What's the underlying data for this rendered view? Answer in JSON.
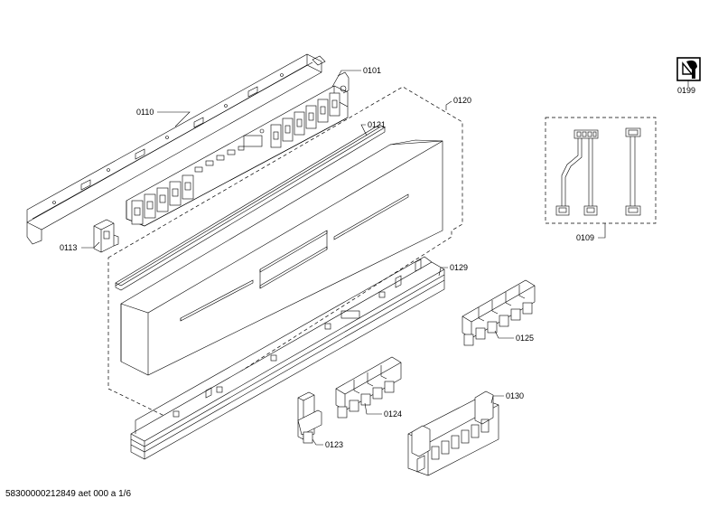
{
  "parts": [
    {
      "id": "p0101",
      "label": "0101"
    },
    {
      "id": "p0110",
      "label": "0110"
    },
    {
      "id": "p0113",
      "label": "0113"
    },
    {
      "id": "p0120",
      "label": "0120"
    },
    {
      "id": "p0121",
      "label": "0121"
    },
    {
      "id": "p0129",
      "label": "0129"
    },
    {
      "id": "p0125",
      "label": "0125"
    },
    {
      "id": "p0124",
      "label": "0124"
    },
    {
      "id": "p0123",
      "label": "0123"
    },
    {
      "id": "p0130",
      "label": "0130"
    },
    {
      "id": "p0109",
      "label": "0109"
    },
    {
      "id": "p0199",
      "label": "0199"
    }
  ],
  "footer": "58300000212849 aet 000 a 1/6",
  "icons": [
    "service-wrench-icon"
  ]
}
